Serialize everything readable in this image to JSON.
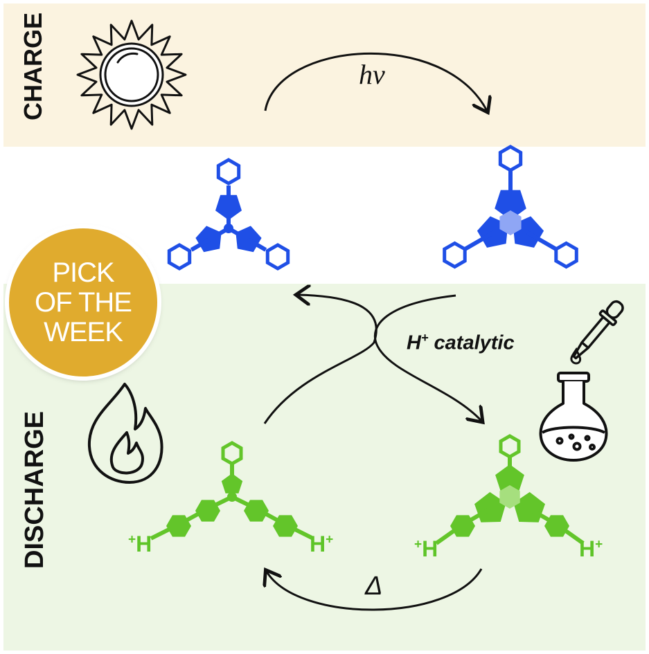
{
  "panels": {
    "charge_label": "CHARGE",
    "discharge_label": "DISCHARGE",
    "charge_color": "#fbf3e0",
    "discharge_color": "#edf6e4"
  },
  "badge": {
    "line1": "PICK",
    "line2": "OF THE",
    "line3": "WEEK",
    "color": "#e0ab2e"
  },
  "arrows": {
    "light": "hν",
    "heat": "Δ",
    "catalysis_main": "H",
    "catalysis_sup": "+",
    "catalysis_rest": " catalytic"
  },
  "proton_labels": {
    "H": "H",
    "plus": "+"
  },
  "molecule_colors": {
    "blue": "#1f4fe6",
    "green": "#63c52a",
    "green_light": "#a6df7e"
  },
  "icons": [
    "sun-icon",
    "flame-icon",
    "pipette-icon",
    "flask-icon"
  ]
}
